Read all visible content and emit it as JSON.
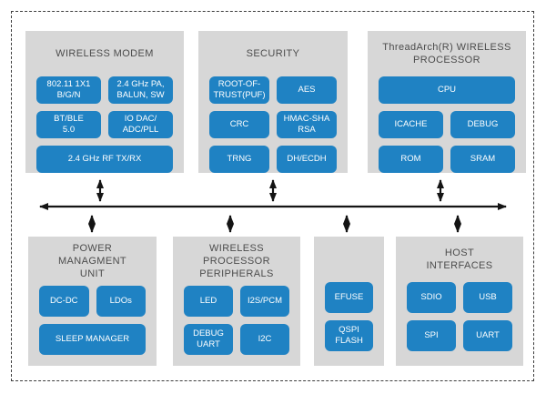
{
  "colors": {
    "chip-bg": "#1f82c3",
    "block-bg": "#d7d7d7",
    "title-text": "#4c4c4c",
    "line": "#141414",
    "page-bg": "#ffffff"
  },
  "blocks": {
    "modem": {
      "title": "WIRELESS MODEM",
      "chips": [
        "802.11 1X1\nB/G/N",
        "2.4 GHz PA,\nBALUN, SW",
        "BT/BLE\n5.0",
        "IO DAC/\nADC/PLL",
        "2.4 GHz RF TX/RX"
      ]
    },
    "security": {
      "title": "SECURITY",
      "chips": [
        "ROOT-OF-\nTRUST(PUF)",
        "AES",
        "CRC",
        "HMAC-SHA\nRSA",
        "TRNG",
        "DH/ECDH"
      ]
    },
    "threadarch": {
      "title": "ThreadArch(R) WIRELESS\nPROCESSOR",
      "chips": [
        "CPU",
        "ICACHE",
        "DEBUG",
        "ROM",
        "SRAM"
      ]
    },
    "pmu": {
      "title": "POWER MANAGMENT\nUNIT",
      "chips": [
        "DC-DC",
        "LDOs",
        "SLEEP MANAGER"
      ]
    },
    "peripherals": {
      "title": "WIRELESS PROCESSOR\nPERIPHERALS",
      "chips": [
        "LED",
        "I2S/PCM",
        "DEBUG\nUART",
        "I2C"
      ]
    },
    "memory": {
      "title": "",
      "chips": [
        "EFUSE",
        "QSPI FLASH"
      ]
    },
    "host": {
      "title": "HOST\nINTERFACES",
      "chips": [
        "SDIO",
        "USB",
        "SPI",
        "UART"
      ]
    }
  }
}
